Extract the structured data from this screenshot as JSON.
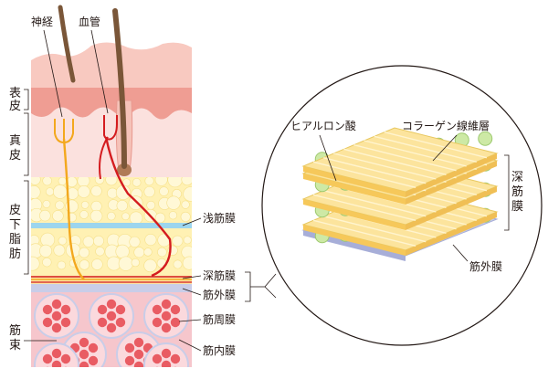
{
  "top_labels": {
    "nerve": "神経",
    "vessel": "血管"
  },
  "layers": {
    "epidermis": [
      "表",
      "皮"
    ],
    "dermis": [
      "真",
      "皮"
    ],
    "subcutis": [
      "皮",
      "下",
      "脂",
      "肪"
    ],
    "muscle_bundle": [
      "筋",
      "束"
    ]
  },
  "fascia": {
    "superficial": "浅筋膜",
    "deep": "深筋膜",
    "epimysium": "筋外膜",
    "perimysium": "筋周膜",
    "endomysium": "筋内膜"
  },
  "zoom": {
    "hyaluronic_acid": "ヒアルロン酸",
    "collagen_layer": "コラーゲン線維層",
    "deep_fascia": [
      "深",
      "筋",
      "膜"
    ],
    "epimysium": "筋外膜"
  },
  "colors": {
    "epidermis": "#f4b1a6",
    "dermis": "#fbe1de",
    "fat_bg": "#fff4bf",
    "fat_cell": "#fff8d6",
    "superficial_fascia": "#9cd5ee",
    "muscle_fiber": "#e95c63",
    "muscle_bg": "#f6c6cc",
    "nerve": "#f3a81e",
    "vessel": "#d41c1f",
    "collagen": "#fce49d",
    "hyaluronic": "#cde9a5",
    "epimysium_zoom": "#c5cbe8"
  }
}
